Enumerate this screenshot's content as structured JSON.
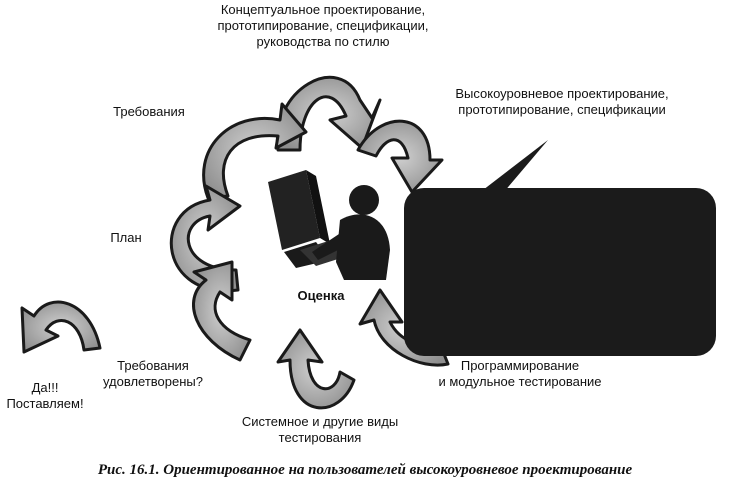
{
  "labels": {
    "conceptual_line1": "Концептуальное проектирование,",
    "conceptual_line2": "прототипирование, спецификации,",
    "conceptual_line3": "руководства по стилю",
    "highlevel_line1": "Высокоуровневое проектирование,",
    "highlevel_line2": "прототипирование, спецификации",
    "requirements": "Требования",
    "plan": "План",
    "evaluation": "Оценка",
    "req_met_line1": "Требования",
    "req_met_line2": "удовлетворены?",
    "yes_line1": "Да!!!",
    "yes_line2": "Поставляем!",
    "programming_line1": "Программирование",
    "programming_line2": "и модульное тестирование",
    "system_line1": "Системное и другие виды",
    "system_line2": "тестирования"
  },
  "caption": "Рис. 16.1. Ориентированное на пользователей высокоуровневое проектирование",
  "colors": {
    "arrow_fill": "#b8b8b8",
    "arrow_stroke": "#1a1a1a",
    "dark_box": "#1b1b1b",
    "text": "#111111"
  }
}
